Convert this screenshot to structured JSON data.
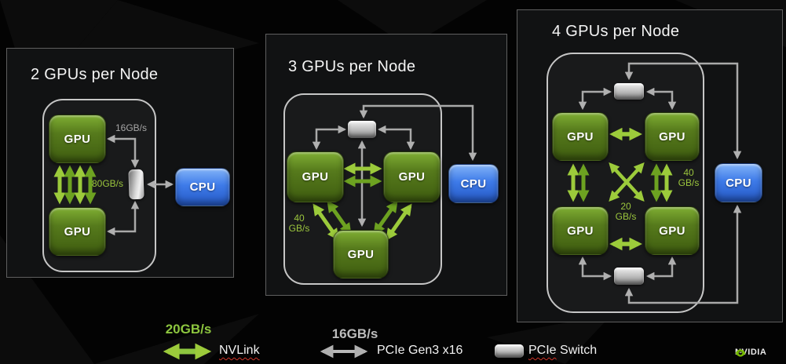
{
  "panels": [
    {
      "title": "2 GPUs per Node",
      "gpus": [
        "GPU",
        "GPU"
      ],
      "cpu": "CPU",
      "pcie_speed": "16GB/s",
      "nvlink_speed": "80GB/s"
    },
    {
      "title": "3 GPUs per Node",
      "gpus": [
        "GPU",
        "GPU",
        "GPU"
      ],
      "cpu": "CPU",
      "nvlink_speed": {
        "line1": "40",
        "line2": "GB/s"
      }
    },
    {
      "title": "4 GPUs per Node",
      "gpus": [
        "GPU",
        "GPU",
        "GPU",
        "GPU"
      ],
      "cpu": "CPU",
      "nvlink_speed_side": {
        "line1": "40",
        "line2": "GB/s"
      },
      "nvlink_speed_bottom": {
        "line1": "20",
        "line2": "GB/s"
      }
    }
  ],
  "legend": {
    "nvlink": {
      "speed": "20GB/s",
      "label": "NVLink"
    },
    "pcie": {
      "speed": "16GB/s",
      "label": "PCIe Gen3 x16"
    },
    "pcie_switch": {
      "label_word1": "PCIe",
      "label_word2": "Switch"
    }
  },
  "branding": {
    "logo_text": "NVIDIA"
  },
  "colors": {
    "nvidia_green": "#76b900",
    "nvlink_green_light": "#9ccb3b",
    "nvlink_green_dark": "#6da221",
    "pcie_gray": "#b0b0b0",
    "gpu_green_top": "#7fae33",
    "gpu_green_bottom": "#3f5d10",
    "cpu_blue": "#3d7ae8",
    "label_green": "#9bc53d",
    "spellcheck_red": "#cf3427"
  }
}
